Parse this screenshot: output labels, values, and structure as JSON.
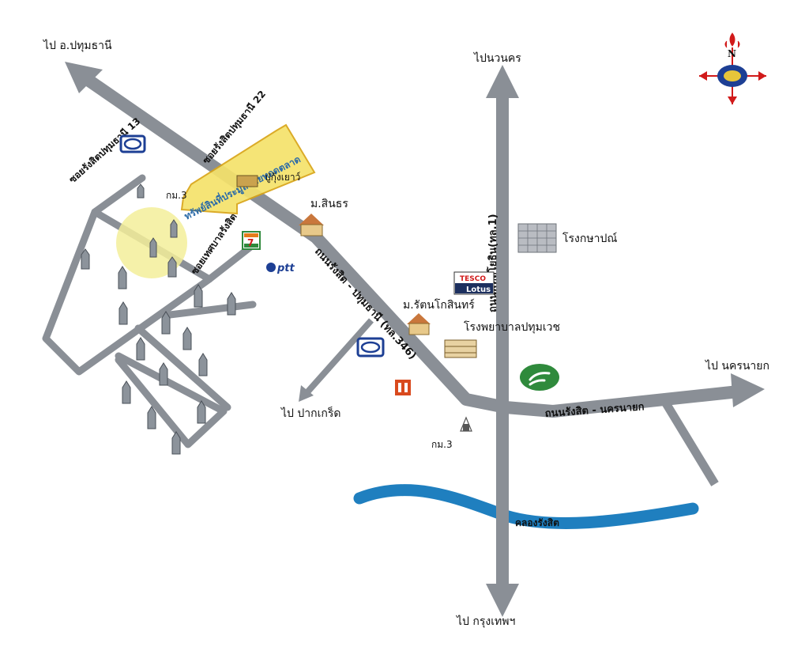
{
  "map": {
    "destinations": {
      "pathum_thani": "ไป อ.ปทุมธานี",
      "nava_nakorn": "ไปนวนคร",
      "nakhon_nayok": "ไป นครนายก",
      "pak_kret": "ไป ปากเกร็ด",
      "bangkok": "ไป กรุงเทพฯ"
    },
    "roads": {
      "rangsit_pathum": "ถนนรังสิต - ปทุมธานี (ทล.346)",
      "phahonyothin": "ถนนพหลโยธิน(ทล.1)",
      "rangsit_nakhon_nayok": "ถนนรังสิต - นครนายก",
      "soi_13": "ซอยรังสิตปทุมธานี 13",
      "soi_22": "ซอยรังสิตปทุมธานี 22",
      "soi_local": "ซอยเทศบาลรังสิต"
    },
    "landmarks": {
      "km3_left": "กม.3",
      "km3_right": "กม.3",
      "pu_kung_yao": "ปู่กุ้งเยาว์",
      "sinthorn": "ม.สินธร",
      "ptt": "ptt",
      "tesco_brand": "TESCO",
      "lotus": "Lotus",
      "kasap": "โรงกษาปณ์",
      "rattanakosin": "ม.รัตนโกสินทร์",
      "hospital": "โรงพยาบาลปทุมเวช",
      "seven_eleven": "7"
    },
    "highlight": "ทรัพย์สินที่ประมูลขายทอดตลาด",
    "canal": "คลองรังสิต",
    "compass_letter": "N",
    "colors": {
      "road": "#8a8f96",
      "road_edge": "#6e737a",
      "canal": "#1f7fbf",
      "highlight_zone": "#f3ef9a",
      "arrow_fill": "#f5e26b",
      "arrow_stroke": "#d9a416",
      "ptt_blue": "#1d3f94",
      "tesco_red": "#d11a1a",
      "logo_green": "#2f8a3c"
    }
  }
}
